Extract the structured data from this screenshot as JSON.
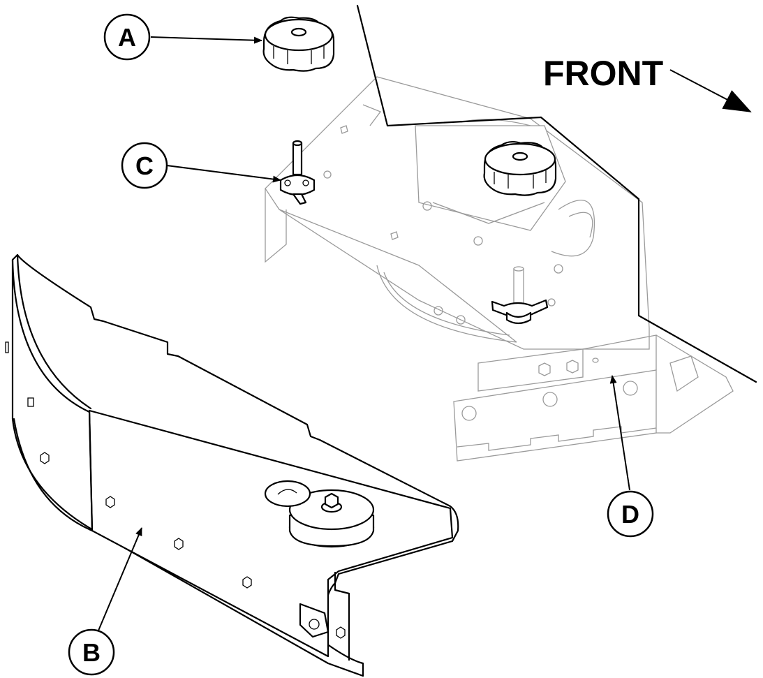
{
  "diagram": {
    "direction_label": "FRONT",
    "callouts": {
      "a": "A",
      "b": "B",
      "c": "C",
      "d": "D"
    }
  }
}
